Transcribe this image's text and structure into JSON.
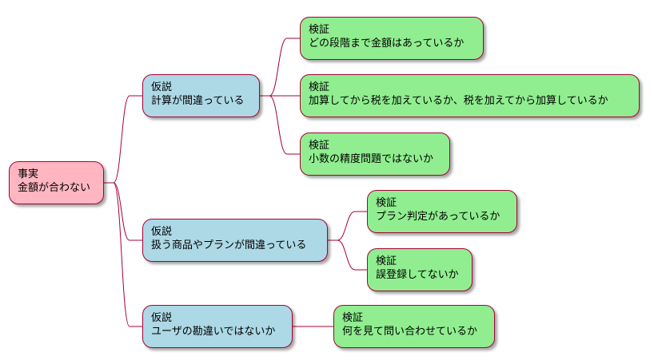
{
  "root": {
    "title": "事実",
    "text": "金額が合わない"
  },
  "hypotheses": [
    {
      "title": "仮説",
      "text": "計算が間違っている",
      "checks": [
        {
          "title": "検証",
          "text": "どの段階まで金額はあっているか"
        },
        {
          "title": "検証",
          "text": "加算してから税を加えているか、税を加えてから加算しているか"
        },
        {
          "title": "検証",
          "text": "小数の精度問題ではないか"
        }
      ]
    },
    {
      "title": "仮説",
      "text": "扱う商品やプランが間違っている",
      "checks": [
        {
          "title": "検証",
          "text": "プラン判定があっているか"
        },
        {
          "title": "検証",
          "text": "誤登録してないか"
        }
      ]
    },
    {
      "title": "仮説",
      "text": "ユーザの勘違いではないか",
      "checks": [
        {
          "title": "検証",
          "text": "何を見て問い合わせているか"
        }
      ]
    }
  ],
  "colors": {
    "root_fill": "#ffb6c1",
    "hypothesis_fill": "#add8e6",
    "check_fill": "#90ee90",
    "border": "#a80036"
  }
}
